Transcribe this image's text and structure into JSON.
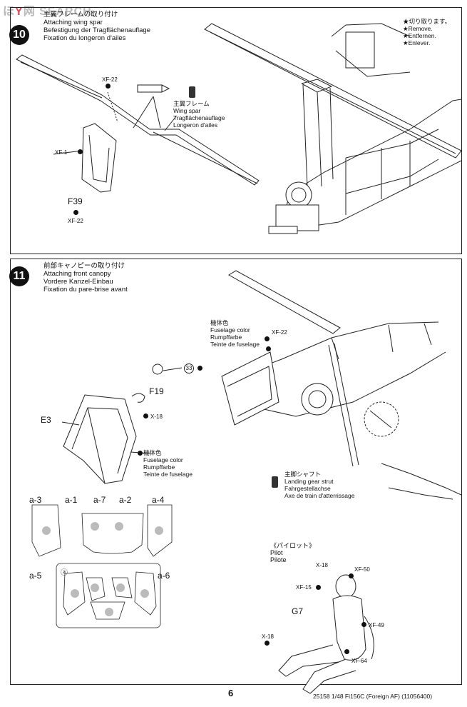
{
  "watermark": {
    "prefix": "ほ",
    "hi": "Y",
    "rest": "网 SEARCH"
  },
  "page_number": "6",
  "footer": "25158  1/48 Fi156C (Foreign AF) (11056400)",
  "step10": {
    "number": "10",
    "title_lines": [
      "主翼フレームの取り付け",
      "Attaching wing spar",
      "Befestigung der Tragflächenauflage",
      "Fixation du longeron d'ailes"
    ],
    "remove_lines": [
      "★切り取ります。",
      "★Remove.",
      "★Entfernen.",
      "★Enlever."
    ],
    "spar_lines": [
      "主翼フレーム",
      "Wing spar",
      "Tragflächenauflage",
      "Longeron d'ailes"
    ],
    "paint_top": "XF-22",
    "paint_left": "XF-1",
    "part": "F39",
    "paint_bottom": "XF-22"
  },
  "step11": {
    "number": "11",
    "title_lines": [
      "前部キャノピーの取り付け",
      "Attaching front canopy",
      "Vordere Kanzel-Einbau",
      "Fixation du pare-brise avant"
    ],
    "fuselage_color_lines": [
      "機体色",
      "Fuselage color",
      "Rumpffarbe",
      "Teinte de fuselage"
    ],
    "paint_xf22": "XF-22",
    "ref_number": "33",
    "part_f19": "F19",
    "paint_x18": "X-18",
    "part_e3": "E3",
    "canopy_color_lines": [
      "機体色",
      "Fuselage color",
      "Rumpffarbe",
      "Teinte de fuselage"
    ],
    "strut_lines": [
      "主脚シャフト",
      "Landing gear strut",
      "Fahrgestellachse",
      "Axe de train d'atterrissage"
    ],
    "mask_labels": {
      "a1": "a-1",
      "a2": "a-2",
      "a3": "a-3",
      "a4": "a-4",
      "a5": "a-5",
      "a6": "a-6",
      "a7": "a-7",
      "circ": "ⓐ"
    },
    "pilot_lines": [
      "《パイロット》",
      "Pilot",
      "Pilote"
    ],
    "pilot_part": "G7",
    "pilot_paints": {
      "x18_top": "X-18",
      "xf50": "XF-50",
      "xf15": "XF-15",
      "xf49": "XF-49",
      "x18_left": "X-18",
      "xf64": "XF-64"
    }
  }
}
